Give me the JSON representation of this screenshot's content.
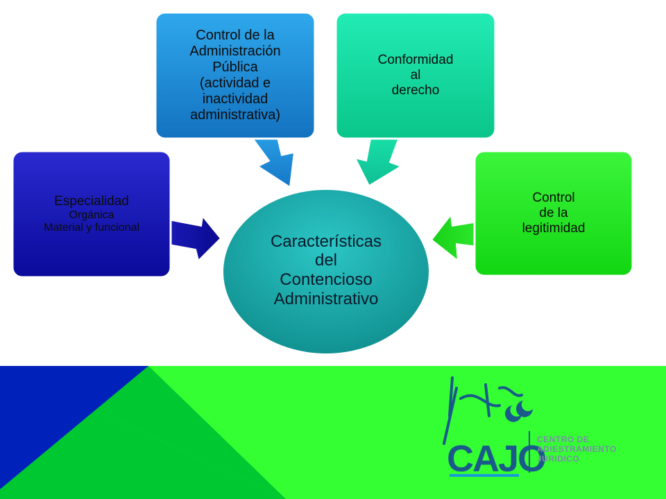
{
  "colors": {
    "box_blue": "#1010b0",
    "box_cyan": "#1a8fd6",
    "box_teal": "#10d39a",
    "box_green": "#20e420",
    "center_ellipse": "#1aa9a9",
    "banner_green": "#33ff33",
    "banner_dark_green": "#00cc33",
    "banner_blue": "#0022bb"
  },
  "center": {
    "lines": [
      "Características",
      "del",
      "Contencioso",
      "Administrativo"
    ]
  },
  "boxes": {
    "especialidad": {
      "line1": "Especialidad",
      "line2": "Orgánica",
      "line3": "Material  y funcional"
    },
    "control_admin": {
      "lines": [
        "Control de la",
        "Administración",
        "Pública",
        "(actividad e",
        "inactividad",
        "administrativa)"
      ]
    },
    "conformidad": {
      "lines": [
        "Conformidad",
        "al",
        "derecho"
      ]
    },
    "legitimidad": {
      "lines": [
        "Control",
        "de la",
        "legitimidad"
      ]
    }
  },
  "logo": {
    "acronym": "CAJO",
    "lines": [
      "CENTRO DE",
      "ADIESTRAMIENTO",
      "JURIDICO"
    ]
  }
}
